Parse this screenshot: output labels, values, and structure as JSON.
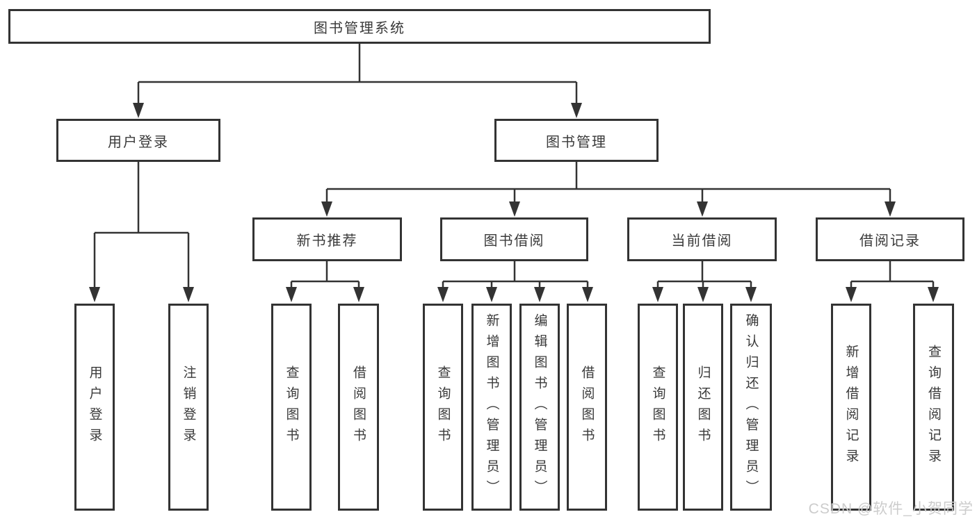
{
  "diagram": {
    "type": "hierarchy-tree",
    "colors": {
      "line": "#333333",
      "box_border": "#333333",
      "text": "#3a3a3a",
      "background": "#ffffff",
      "watermark": "#cccccc"
    }
  },
  "tree": {
    "root": "图书管理系统",
    "children": [
      {
        "label": "用户登录",
        "children": [
          "用户登录",
          "注销登录"
        ]
      },
      {
        "label": "图书管理",
        "children": [
          {
            "label": "新书推荐",
            "children": [
              "查询图书",
              "借阅图书"
            ]
          },
          {
            "label": "图书借阅",
            "children": [
              "查询图书",
              "新增图书（管理员）",
              "编辑图书（管理员）",
              "借阅图书"
            ]
          },
          {
            "label": "当前借阅",
            "children": [
              "查询图书",
              "归还图书",
              "确认归还（管理员）"
            ]
          },
          {
            "label": "借阅记录",
            "children": [
              "新增借阅记录",
              "查询借阅记录"
            ]
          }
        ]
      }
    ]
  },
  "watermark": {
    "text": "CSDN @软件_小贺同学"
  }
}
